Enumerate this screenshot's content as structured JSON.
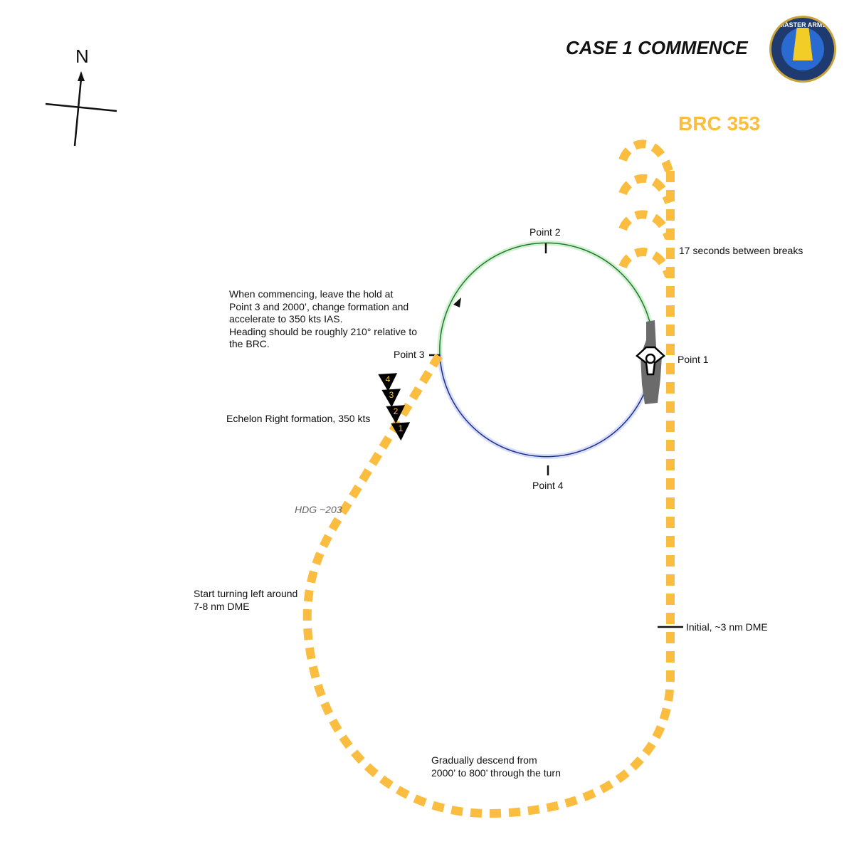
{
  "title": "CASE 1 COMMENCE",
  "logo_text": "MASTER ARMS",
  "compass_label": "N",
  "brc": "BRC 353",
  "labels": {
    "point1": "Point 1",
    "point2": "Point 2",
    "point3": "Point 3",
    "point4": "Point 4",
    "breaks": "17 seconds between breaks",
    "commence": [
      "When commencing, leave the hold at",
      "Point 3 and 2000’, change formation and",
      "accelerate to 350 kts IAS.",
      "Heading should be roughly 210° relative to",
      "the BRC."
    ],
    "formation": "Echelon Right formation, 350 kts",
    "heading": "HDG ~203",
    "turn": [
      "Start turning left around",
      "7-8 nm DME"
    ],
    "initial": "Initial, ~3 nm DME",
    "descend": [
      "Gradually descend from",
      "2000’ to 800’ through the turn"
    ]
  },
  "aircraft": [
    "1",
    "2",
    "3",
    "4"
  ],
  "colors": {
    "path": "#fbbd40",
    "hold_upper": "#1e7a2a",
    "hold_lower": "#1b2f8a"
  }
}
